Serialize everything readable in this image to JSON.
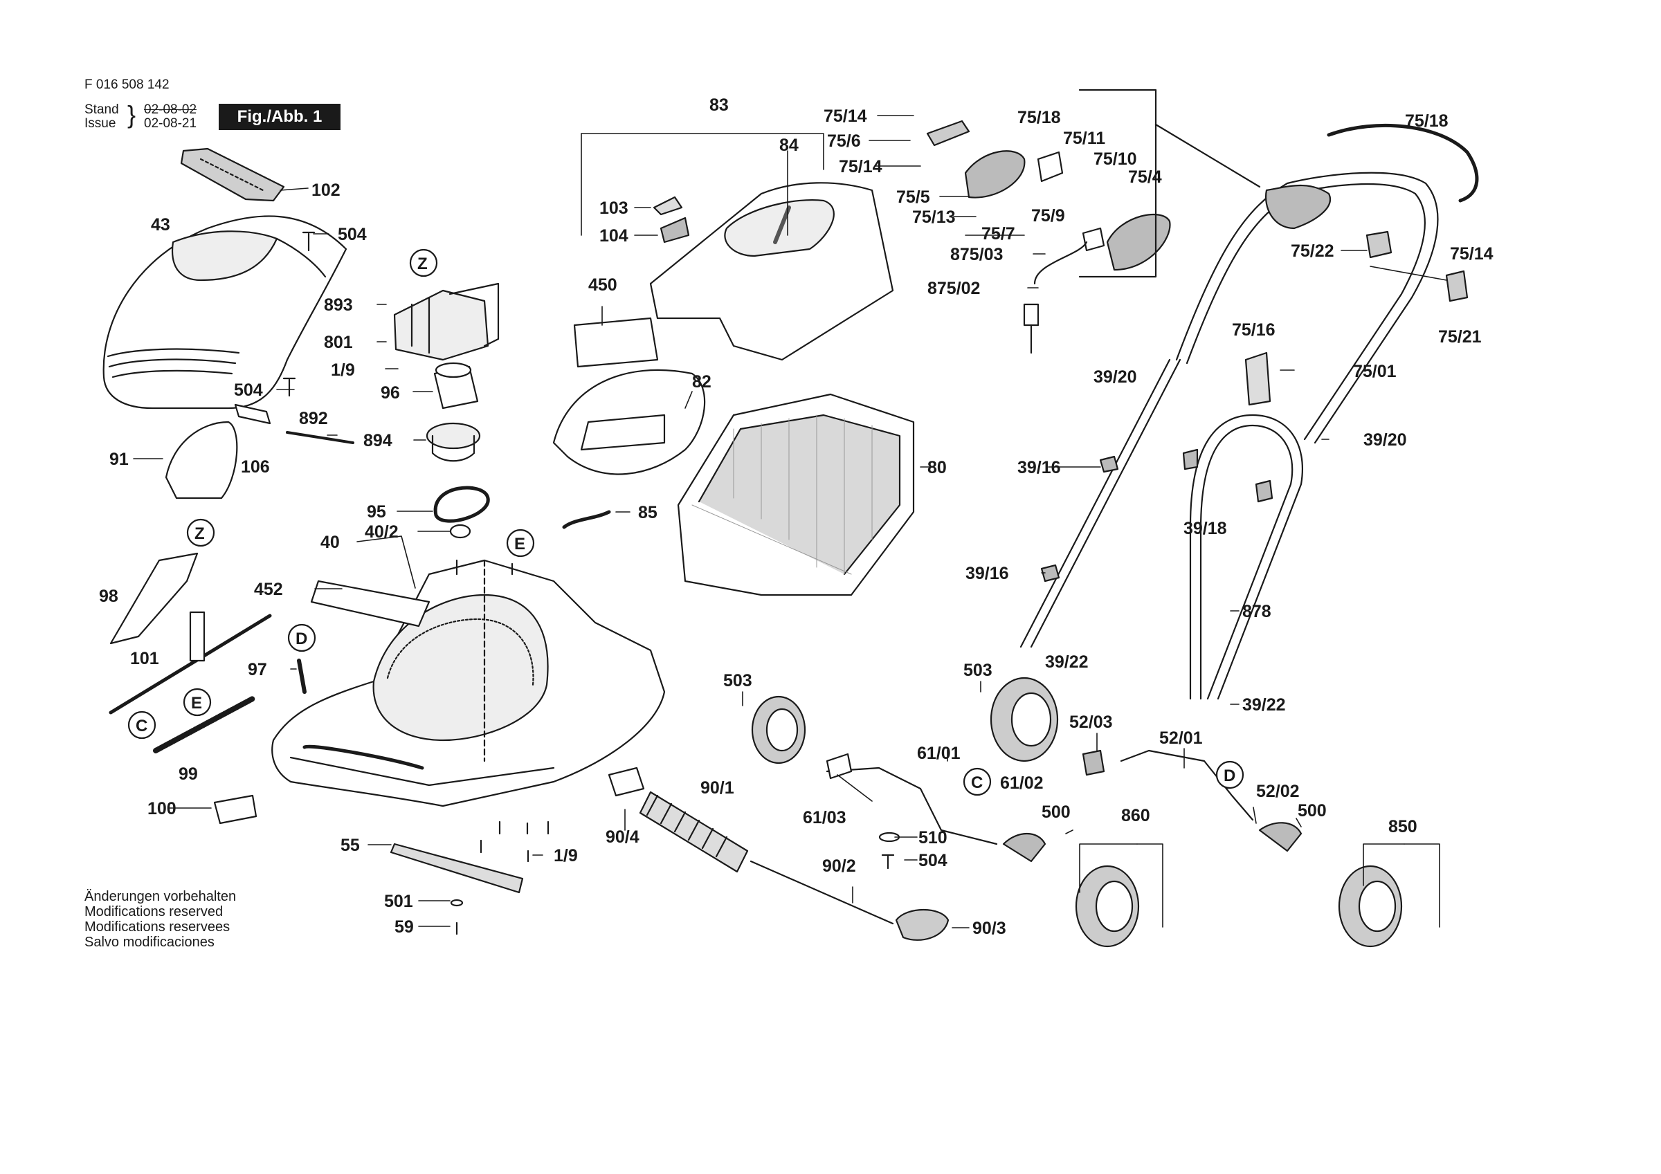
{
  "header": {
    "doc_number": "F 016 508 142",
    "stand_label": "Stand",
    "issue_label": "Issue",
    "stand_date": "02-08-02",
    "issue_date": "02-08-21",
    "figure": "Fig./Abb. 1"
  },
  "footer": {
    "lines": [
      "Änderungen vorbehalten",
      "Modifications reserved",
      "Modifications reservees",
      "Salvo modificaciones"
    ]
  },
  "reference_letters": [
    "Z",
    "Z",
    "E",
    "E",
    "D",
    "D",
    "C",
    "C"
  ],
  "part_labels": [
    "102",
    "43",
    "504",
    "893",
    "801",
    "1/9",
    "504",
    "96",
    "892",
    "894",
    "91",
    "106",
    "95",
    "40/2",
    "40",
    "452",
    "98",
    "101",
    "97",
    "99",
    "100",
    "55",
    "1/9",
    "501",
    "59",
    "83",
    "84",
    "103",
    "104",
    "450",
    "82",
    "85",
    "80",
    "75/14",
    "75/6",
    "75/14",
    "75/5",
    "75/13",
    "75/18",
    "75/11",
    "75/10",
    "75/4",
    "75/9",
    "75/7",
    "875/03",
    "875/02",
    "39/20",
    "75/18",
    "75/22",
    "75/14",
    "75/21",
    "75/16",
    "75/01",
    "39/20",
    "39/16",
    "39/18",
    "39/16",
    "39/22",
    "878",
    "39/22",
    "503",
    "503",
    "52/03",
    "52/01",
    "61/01",
    "61/02",
    "500",
    "52/02",
    "500",
    "61/03",
    "90/1",
    "90/4",
    "510",
    "504",
    "860",
    "850",
    "90/2",
    "90/3"
  ],
  "colors": {
    "line": "#1a1a1a",
    "fill": "#ffffff",
    "shade": "#d9d9d9"
  }
}
